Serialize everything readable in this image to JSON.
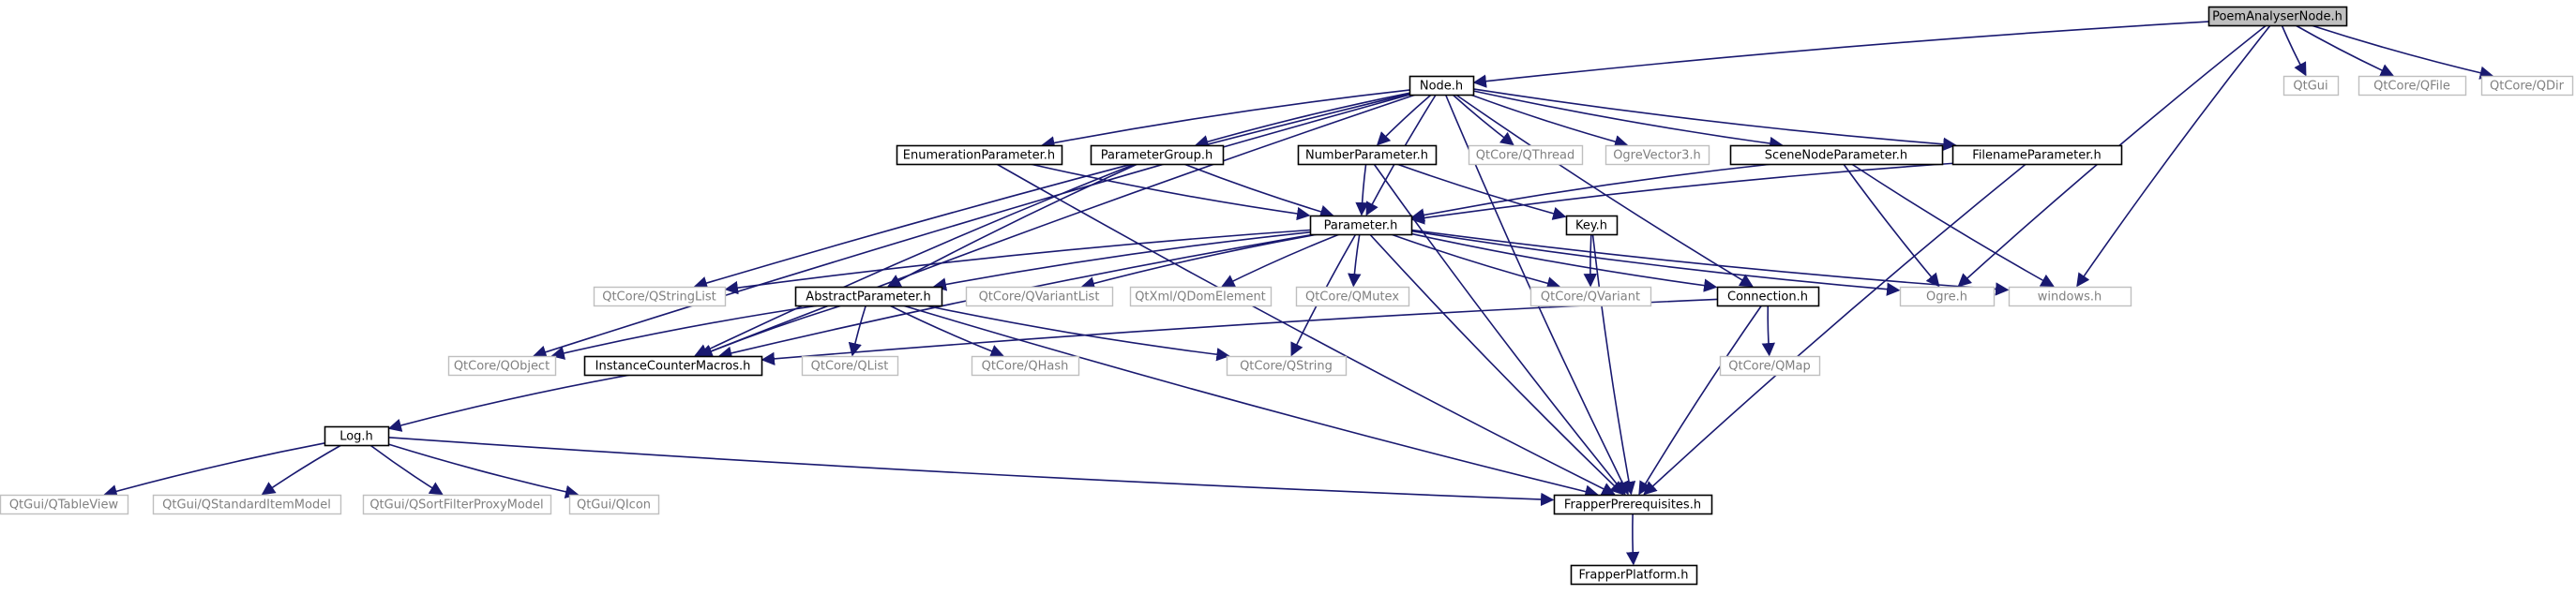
{
  "diagram": {
    "type": "include-dependency-graph",
    "colors": {
      "edge": "#191970",
      "root_fill": "#bfbfbf",
      "external_text": "#808080",
      "external_border": "#bfbfbf"
    },
    "nodes": [
      {
        "id": "poem",
        "label": "PoemAnalyserNode.h",
        "kind": "root"
      },
      {
        "id": "node",
        "label": "Node.h",
        "kind": "local"
      },
      {
        "id": "qtgui",
        "label": "QtGui",
        "kind": "external"
      },
      {
        "id": "qfile",
        "label": "QtCore/QFile",
        "kind": "external"
      },
      {
        "id": "qdir",
        "label": "QtCore/QDir",
        "kind": "external"
      },
      {
        "id": "enum",
        "label": "EnumerationParameter.h",
        "kind": "local"
      },
      {
        "id": "pgroup",
        "label": "ParameterGroup.h",
        "kind": "local"
      },
      {
        "id": "numparam",
        "label": "NumberParameter.h",
        "kind": "local"
      },
      {
        "id": "qthread",
        "label": "QtCore/QThread",
        "kind": "external"
      },
      {
        "id": "vec3",
        "label": "OgreVector3.h",
        "kind": "external"
      },
      {
        "id": "snparam",
        "label": "SceneNodeParameter.h",
        "kind": "local"
      },
      {
        "id": "fnparam",
        "label": "FilenameParameter.h",
        "kind": "local"
      },
      {
        "id": "param",
        "label": "Parameter.h",
        "kind": "local"
      },
      {
        "id": "key",
        "label": "Key.h",
        "kind": "local"
      },
      {
        "id": "qstrlist",
        "label": "QtCore/QStringList",
        "kind": "external"
      },
      {
        "id": "absparam",
        "label": "AbstractParameter.h",
        "kind": "local"
      },
      {
        "id": "qvarlist",
        "label": "QtCore/QVariantList",
        "kind": "external"
      },
      {
        "id": "qdom",
        "label": "QtXml/QDomElement",
        "kind": "external"
      },
      {
        "id": "qmutex",
        "label": "QtCore/QMutex",
        "kind": "external"
      },
      {
        "id": "qvariant",
        "label": "QtCore/QVariant",
        "kind": "external"
      },
      {
        "id": "conn",
        "label": "Connection.h",
        "kind": "local"
      },
      {
        "id": "ogre",
        "label": "Ogre.h",
        "kind": "external"
      },
      {
        "id": "windows",
        "label": "windows.h",
        "kind": "external"
      },
      {
        "id": "qobject",
        "label": "QtCore/QObject",
        "kind": "external"
      },
      {
        "id": "icm",
        "label": "InstanceCounterMacros.h",
        "kind": "local"
      },
      {
        "id": "qlist",
        "label": "QtCore/QList",
        "kind": "external"
      },
      {
        "id": "qhash",
        "label": "QtCore/QHash",
        "kind": "external"
      },
      {
        "id": "qstring",
        "label": "QtCore/QString",
        "kind": "external"
      },
      {
        "id": "qmap",
        "label": "QtCore/QMap",
        "kind": "external"
      },
      {
        "id": "log",
        "label": "Log.h",
        "kind": "local"
      },
      {
        "id": "qtableview",
        "label": "QtGui/QTableView",
        "kind": "external"
      },
      {
        "id": "qsim",
        "label": "QtGui/QStandardItemModel",
        "kind": "external"
      },
      {
        "id": "qsfpm",
        "label": "QtGui/QSortFilterProxyModel",
        "kind": "external"
      },
      {
        "id": "qicon",
        "label": "QtGui/QIcon",
        "kind": "external"
      },
      {
        "id": "fprereq",
        "label": "FrapperPrerequisites.h",
        "kind": "local"
      },
      {
        "id": "fplat",
        "label": "FrapperPlatform.h",
        "kind": "local"
      }
    ],
    "edges": [
      [
        "poem",
        "node"
      ],
      [
        "poem",
        "qtgui"
      ],
      [
        "poem",
        "qfile"
      ],
      [
        "poem",
        "qdir"
      ],
      [
        "poem",
        "ogre"
      ],
      [
        "poem",
        "windows"
      ],
      [
        "node",
        "enum"
      ],
      [
        "node",
        "pgroup"
      ],
      [
        "node",
        "numparam"
      ],
      [
        "node",
        "qthread"
      ],
      [
        "node",
        "vec3"
      ],
      [
        "node",
        "snparam"
      ],
      [
        "node",
        "fnparam"
      ],
      [
        "node",
        "param"
      ],
      [
        "node",
        "qstrlist"
      ],
      [
        "node",
        "qobject"
      ],
      [
        "node",
        "icm"
      ],
      [
        "node",
        "conn"
      ],
      [
        "node",
        "fprereq"
      ],
      [
        "enum",
        "param"
      ],
      [
        "enum",
        "fprereq"
      ],
      [
        "pgroup",
        "param"
      ],
      [
        "pgroup",
        "absparam"
      ],
      [
        "pgroup",
        "icm"
      ],
      [
        "numparam",
        "param"
      ],
      [
        "numparam",
        "key"
      ],
      [
        "numparam",
        "fprereq"
      ],
      [
        "snparam",
        "param"
      ],
      [
        "snparam",
        "ogre"
      ],
      [
        "snparam",
        "windows"
      ],
      [
        "fnparam",
        "param"
      ],
      [
        "fnparam",
        "fprereq"
      ],
      [
        "param",
        "absparam"
      ],
      [
        "param",
        "qstrlist"
      ],
      [
        "param",
        "qvarlist"
      ],
      [
        "param",
        "qdom"
      ],
      [
        "param",
        "qmutex"
      ],
      [
        "param",
        "qvariant"
      ],
      [
        "param",
        "conn"
      ],
      [
        "param",
        "ogre"
      ],
      [
        "param",
        "windows"
      ],
      [
        "param",
        "icm"
      ],
      [
        "param",
        "qstring"
      ],
      [
        "param",
        "fprereq"
      ],
      [
        "key",
        "qvariant"
      ],
      [
        "key",
        "fprereq"
      ],
      [
        "absparam",
        "qobject"
      ],
      [
        "absparam",
        "icm"
      ],
      [
        "absparam",
        "qlist"
      ],
      [
        "absparam",
        "qhash"
      ],
      [
        "absparam",
        "qstring"
      ],
      [
        "absparam",
        "fprereq"
      ],
      [
        "conn",
        "icm"
      ],
      [
        "conn",
        "qmap"
      ],
      [
        "conn",
        "fprereq"
      ],
      [
        "icm",
        "log"
      ],
      [
        "log",
        "qtableview"
      ],
      [
        "log",
        "qsim"
      ],
      [
        "log",
        "qsfpm"
      ],
      [
        "log",
        "qicon"
      ],
      [
        "log",
        "fprereq"
      ],
      [
        "fprereq",
        "fplat"
      ]
    ]
  }
}
